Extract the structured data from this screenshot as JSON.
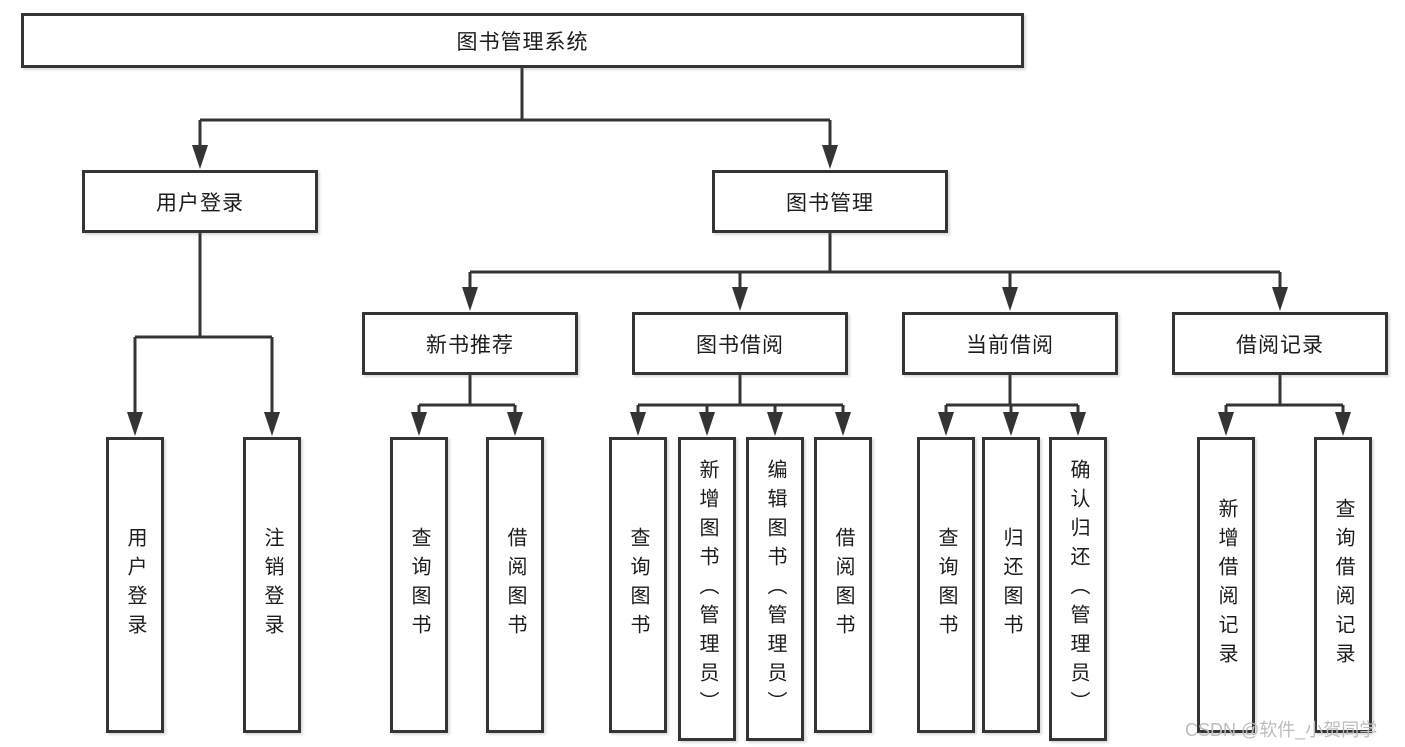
{
  "diagram": {
    "root": {
      "label": "图书管理系统"
    },
    "level2": [
      {
        "label": "用户登录"
      },
      {
        "label": "图书管理"
      }
    ],
    "level3": [
      {
        "label": "新书推荐"
      },
      {
        "label": "图书借阅"
      },
      {
        "label": "当前借阅"
      },
      {
        "label": "借阅记录"
      }
    ],
    "leaves": {
      "user_login": [
        {
          "label": "用户登录"
        },
        {
          "label": "注销登录"
        }
      ],
      "new_book_recommend": [
        {
          "label": "查询图书"
        },
        {
          "label": "借阅图书"
        }
      ],
      "book_borrow": [
        {
          "label": "查询图书"
        },
        {
          "label": "新增图书（管理员）"
        },
        {
          "label": "编辑图书（管理员）"
        },
        {
          "label": "借阅图书"
        }
      ],
      "current_borrow": [
        {
          "label": "查询图书"
        },
        {
          "label": "归还图书"
        },
        {
          "label": "确认归还（管理员）"
        }
      ],
      "borrow_record": [
        {
          "label": "新增借阅记录"
        },
        {
          "label": "查询借阅记录"
        }
      ]
    },
    "watermark": "CSDN @软件_小贺同学",
    "colors": {
      "line": "#343434",
      "text": "#1c1c1c",
      "watermark": "#bdbdbd",
      "background": "#ffffff"
    }
  }
}
